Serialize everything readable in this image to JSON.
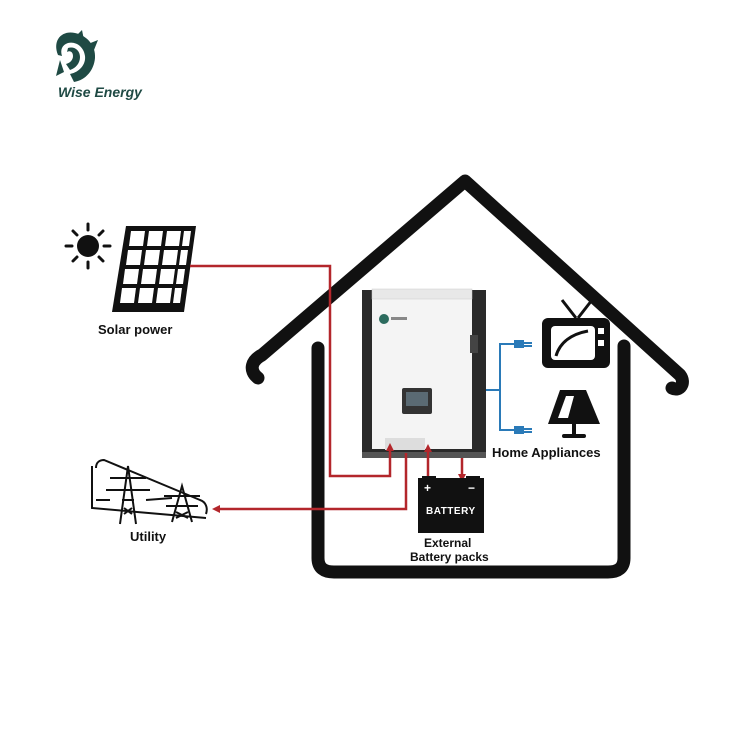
{
  "brand": {
    "name": "Wise Energy"
  },
  "labels": {
    "solar": "Solar power",
    "utility": "Utility",
    "appliances": "Home Appliances",
    "battery_line1": "External",
    "battery_line2": "Battery packs",
    "battery_box": "BATTERY",
    "battery_plus": "+",
    "battery_minus": "−"
  },
  "colors": {
    "power_line": "#b3262b",
    "load_line": "#2a7ab8",
    "house_outline": "#111111",
    "brand": "#1f4a44"
  },
  "icons": [
    "sun-icon",
    "solar-panel-icon",
    "power-tower-icon",
    "inverter-icon",
    "battery-icon",
    "tv-icon",
    "lamp-icon",
    "plug-icon"
  ]
}
